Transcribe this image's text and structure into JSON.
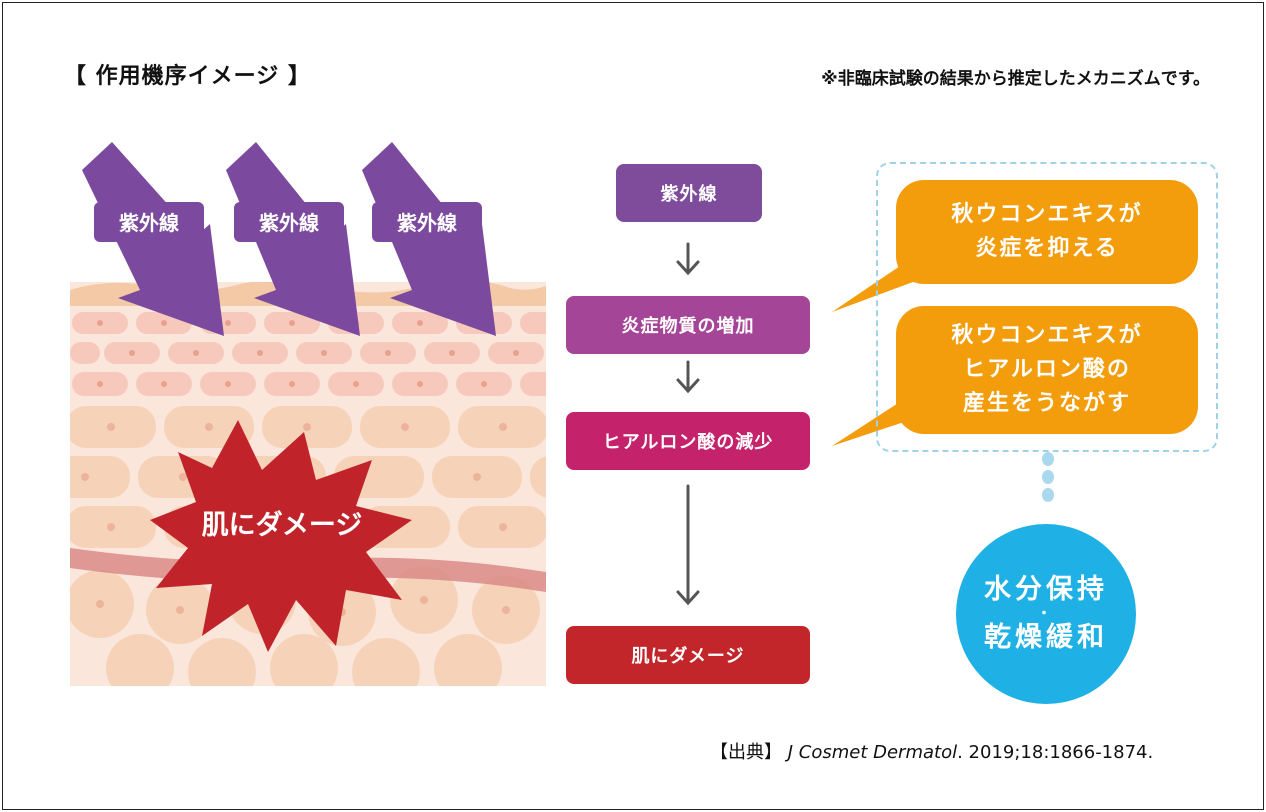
{
  "title": "【 作用機序イメージ 】",
  "note": "※非臨床試験の結果から推定したメカニズムです。",
  "skin_illustration": {
    "uv_labels": [
      "紫外線",
      "紫外線",
      "紫外線"
    ],
    "damage_label": "肌にダメージ"
  },
  "flow": {
    "steps": [
      "紫外線",
      "炎症物質の増加",
      "ヒアルロン酸の減少",
      "肌にダメージ"
    ]
  },
  "bubbles": [
    "秋ウコンエキスが\n炎症を抑える",
    "秋ウコンエキスが\nヒアルロン酸の\n産生をうながす"
  ],
  "result": {
    "line1": "水分保持",
    "sep": "・",
    "line2": "乾燥緩和"
  },
  "citation": {
    "prefix": "【出典】",
    "journal": "J Cosmet Dermatol",
    "details": ". 2019;18:1866-1874."
  },
  "colors": {
    "uv_purple": "#7b4a9e",
    "step1": "#7f4b9b",
    "step2": "#a54598",
    "step3": "#c4226b",
    "step4": "#c2252a",
    "bubble": "#f39c0c",
    "result": "#1fb0e5",
    "burst": "#c0242a"
  }
}
